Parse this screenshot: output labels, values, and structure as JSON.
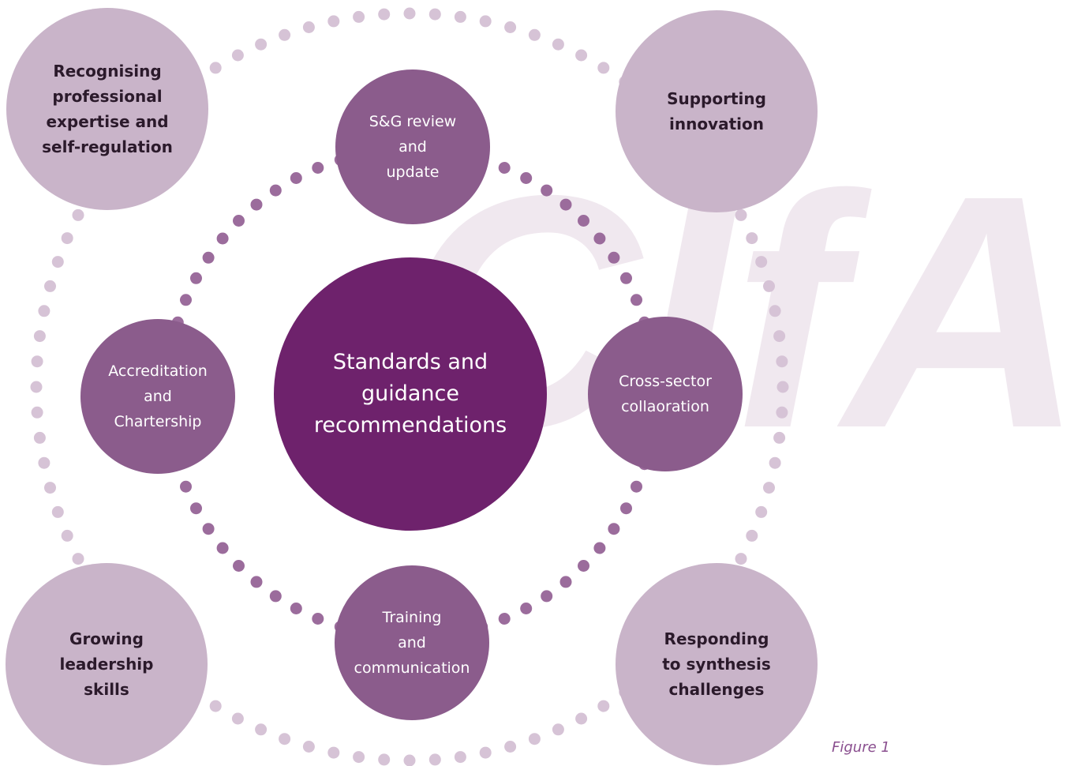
{
  "diagram": {
    "watermark": {
      "text": "CIfA"
    },
    "center": {
      "label": "Standards and\nguidance\nrecommendations"
    },
    "inner_nodes": [
      {
        "id": "sg-review",
        "label": "S&G review\nand\nupdate"
      },
      {
        "id": "cross-sector",
        "label": "Cross-sector\ncollaoration"
      },
      {
        "id": "training",
        "label": "Training\nand\ncommunication"
      },
      {
        "id": "accreditation",
        "label": "Accreditation\nand\nChartership"
      }
    ],
    "outer_nodes": [
      {
        "id": "recognising",
        "label": "Recognising\nprofessional\nexpertise and\nself-regulation"
      },
      {
        "id": "supporting",
        "label": "Supporting\ninnovation"
      },
      {
        "id": "responding",
        "label": "Responding\nto synthesis\nchallenges"
      },
      {
        "id": "growing",
        "label": "Growing\nleadership\nskills"
      }
    ],
    "caption": "Figure 1",
    "colors": {
      "center_fill": "#6e226c",
      "inner_fill": "#8b5c8c",
      "outer_fill": "#c9b4c9",
      "inner_dots": "#9b6c9c",
      "outer_dots": "#d6c3d6",
      "watermark": "#f0e8ef",
      "caption": "#8a4f8f"
    }
  }
}
